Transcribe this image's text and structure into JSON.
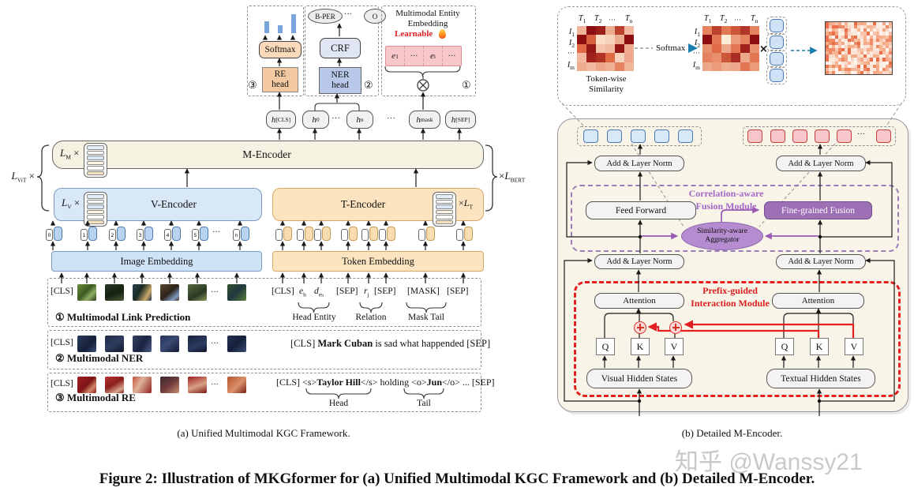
{
  "colors": {
    "accent_red": "#e2201f",
    "accent_purple": "#a468c8",
    "learnable_red": "#e02020",
    "heat_low": "#fdf0dc",
    "heat_mid": "#e06a45",
    "heat_high": "#8c0e10",
    "watermark_gray": "#c9c9c9"
  },
  "captions": {
    "a": "(a) Unified Multimodal KGC Framework.",
    "b": "(b) Detailed M-Encoder.",
    "figure": "Figure 2: Illustration of MKGformer for (a) Unified Multimodal KGC Framework and (b) Detailed M-Encoder.",
    "watermark": "知乎 @Wanssy21"
  },
  "panel_a": {
    "re_branch": {
      "circle": "③",
      "softmax": "Softmax",
      "head1": "RE",
      "head2": "head"
    },
    "ner_branch": {
      "circle": "②",
      "tag1": "B-PER",
      "dots": "···",
      "tag2": "O",
      "crf": "CRF",
      "head1": "NER",
      "head2": "head"
    },
    "emb_branch": {
      "circle": "①",
      "title1": "Multimodal Entity",
      "title2": "Embedding",
      "learnable": "Learnable",
      "cell1b": "e",
      "cell1s": "1",
      "dots1": "···",
      "cell2b": "e",
      "cell2s": "i",
      "dots2": "···"
    },
    "h_tokens": [
      {
        "b": "h",
        "s": "[CLS]"
      },
      {
        "b": "h",
        "s": "0"
      },
      {
        "d": "···"
      },
      {
        "b": "h",
        "s": "n"
      },
      {
        "d": "···"
      },
      {
        "b": "h",
        "s": "mask"
      },
      {
        "b": "h",
        "s": "[SEP]"
      }
    ],
    "m_encoder": {
      "label": "M-Encoder",
      "mult": {
        "b": "L",
        "s": "M",
        "t": "×"
      }
    },
    "v_encoder": {
      "label": "V-Encoder",
      "mult": {
        "b": "L",
        "s": "V",
        "t": "×"
      }
    },
    "t_encoder": {
      "label": "T-Encoder",
      "mult": {
        "t": "×",
        "b": "L",
        "s": "T"
      }
    },
    "left_mult": {
      "b": "L",
      "s": "ViT",
      "t": "×"
    },
    "right_mult": {
      "t": "×",
      "b": "L",
      "s": "BERT"
    },
    "image_embedding": "Image Embedding",
    "token_embedding": "Token Embedding",
    "patch_ids": [
      "0",
      "1",
      "2",
      "3",
      "4",
      "5",
      "n"
    ],
    "patch_dots": "···",
    "task1": {
      "label": "① Multimodal Link Prediction",
      "cls": "[CLS]",
      "dots": "···",
      "thumbs": [
        "linear-gradient(135deg,#6d8f3f 0%,#3c5a22 45%,#8fae63 70%,#24391a 100%)",
        "linear-gradient(160deg,#2a3626 0%,#15200f 55%,#4e5b3a 100%)",
        "linear-gradient(120deg,#27404f 0%,#1b2b24 40%,#c8a86a 75%,#203040 100%)",
        "linear-gradient(140deg,#5a4630 0%,#2e241a 50%,#7e9bc0 80%,#463421 100%)",
        "linear-gradient(150deg,#55683f 0%,#2c3a26 60%,#8a9a55 100%)",
        "linear-gradient(135deg,#31502c 0%,#1f3a40 50%,#5d7d3a 100%)"
      ],
      "tokens": {
        "t0": "[CLS]",
        "t1b": "e",
        "t1s": "h",
        "t2b": "d",
        "t2s": "eₕ",
        "t3": "[SEP]",
        "t4b": "r",
        "t4s": "j",
        "t5": "[SEP]",
        "t6": "[MASK]",
        "t7": "[SEP]"
      },
      "groups": [
        "Head Entity",
        "Relation",
        "Mask Tail"
      ]
    },
    "task2": {
      "label": "② Multimodal NER",
      "cls": "[CLS]",
      "dots": "···",
      "thumbs": [
        "linear-gradient(135deg,#2a3a5e 0%,#151f38 60%,#3d4f78 100%)",
        "linear-gradient(150deg,#1d2a47 0%,#2e3c60 50%,#101828 100%)",
        "linear-gradient(120deg,#32415f 0%,#1a2340 55%,#50608a 100%)",
        "linear-gradient(140deg,#27335a 0%,#3a4a74 45%,#141c33 100%)",
        "linear-gradient(160deg,#1b2440 0%,#2c3a61 60%,#0e1527 100%)",
        "linear-gradient(135deg,#233054 0%,#16203a 50%,#3c4c76 100%)"
      ],
      "text": {
        "p1": "[CLS] ",
        "b1": "Mark Cuban",
        "p2": " is sad what happended [SEP]"
      }
    },
    "task3": {
      "label": "③ Multimodal RE",
      "cls": "[CLS]",
      "dots": "···",
      "thumbs": [
        "linear-gradient(135deg,#a31e20 0%,#7e1416 50%,#d0886a 75%,#8f1a1c 100%)",
        "linear-gradient(150deg,#b5342c 0%,#8c1d1d 45%,#d9a98c 80%,#791314 100%)",
        "linear-gradient(120deg,#c4513a 0%,#e0b49a 40%,#8f2020 100%)",
        "linear-gradient(140deg,#3a2a33 0%,#6e3a3a 50%,#c98d72 100%)",
        "linear-gradient(160deg,#a02023 0%,#d8a183 55%,#7c1516 100%)",
        "linear-gradient(135deg,#b8552f 0%,#d8916b 55%,#7e1e16 100%)"
      ],
      "text": {
        "p1": "[CLS] <s>",
        "b1": "Taylor Hill",
        "p2": "</s> holding <o>",
        "b2": "Jun",
        "p3": "</o> ... [SEP]"
      },
      "groups": [
        "Head",
        "Tail"
      ]
    }
  },
  "panel_b": {
    "detail": {
      "col_labels": [
        {
          "b": "T",
          "s": "1"
        },
        {
          "b": "T",
          "s": "2"
        },
        {
          "d": "···"
        },
        {
          "b": "T",
          "s": "n"
        }
      ],
      "row_labels": [
        {
          "b": "I",
          "s": "1"
        },
        {
          "b": "I",
          "s": "2"
        },
        {
          "d": "···"
        },
        {
          "b": "I",
          "s": "m"
        }
      ],
      "softmax": "Softmax",
      "times": "×",
      "caption1": "Token-wise",
      "caption2": "Similarity",
      "heatmap1": [
        [
          0.25,
          1.0,
          0.92,
          0.28,
          0.75,
          0.22
        ],
        [
          1.0,
          0.6,
          0.08,
          0.12,
          0.28,
          1.0
        ],
        [
          0.55,
          0.95,
          0.18,
          0.22,
          0.95,
          0.28
        ],
        [
          0.22,
          0.9,
          0.82,
          0.55,
          0.12,
          0.3
        ],
        [
          0.28,
          0.22,
          0.3,
          0.26,
          0.45,
          0.24
        ]
      ],
      "heatmap2": [
        [
          0.45,
          0.75,
          0.5,
          0.65,
          0.8,
          0.45
        ],
        [
          1.0,
          0.5,
          0.02,
          0.35,
          0.45,
          1.0
        ],
        [
          0.4,
          0.55,
          0.3,
          0.5,
          0.9,
          0.4
        ],
        [
          0.45,
          0.4,
          0.65,
          0.85,
          0.3,
          0.5
        ],
        [
          0.3,
          0.35,
          0.28,
          0.3,
          0.5,
          0.35
        ]
      ],
      "output_palette": [
        "#fdece2",
        "#fbd9c8",
        "#f8c3aa",
        "#f4a987",
        "#ee8a64",
        "#e96f4a",
        "#fce6d8",
        "#f7b493",
        "#fdf3ec"
      ]
    },
    "modules": {
      "add_ln": "Add & Layer Norm",
      "feed_forward": "Feed Forward",
      "fusion1": "Correlation-aware",
      "fusion2": "Fusion Module",
      "fgf": "Fine-grained Fusion",
      "agg1": "Similarity-aware",
      "agg2": "Aggregator",
      "pgi1": "Prefix-guided",
      "pgi2": "Interaction Module",
      "attention": "Attention",
      "q": "Q",
      "k": "K",
      "v": "V",
      "vhs": "Visual Hidden States",
      "ths": "Textual Hidden States",
      "oplus": "⊕"
    }
  }
}
